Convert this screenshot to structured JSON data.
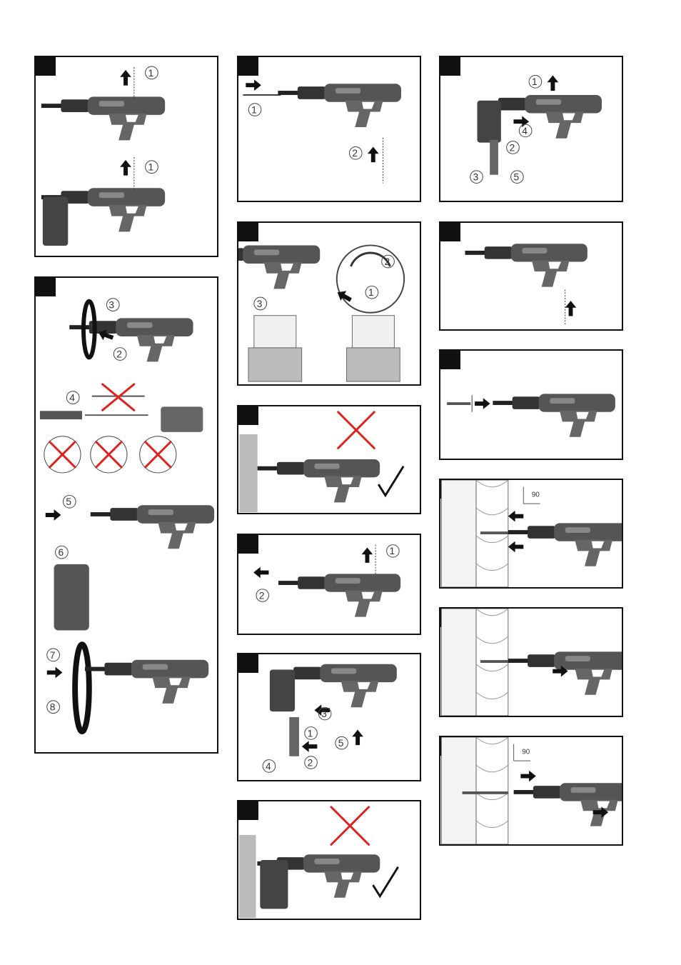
{
  "callouts": {
    "p1": [
      "1",
      "1"
    ],
    "p2": [
      "3",
      "2",
      "4",
      "5",
      "6",
      "7",
      "8"
    ],
    "p3": [
      "1",
      "2"
    ],
    "p4": [
      "2",
      "1",
      "3"
    ],
    "p6": [
      "1",
      "2"
    ],
    "p7": [
      "3",
      "1",
      "5",
      "4",
      "2"
    ],
    "p9": [
      "1",
      "4",
      "2",
      "3",
      "5"
    ],
    "p13": [
      "90"
    ],
    "p15": [
      "90"
    ]
  }
}
